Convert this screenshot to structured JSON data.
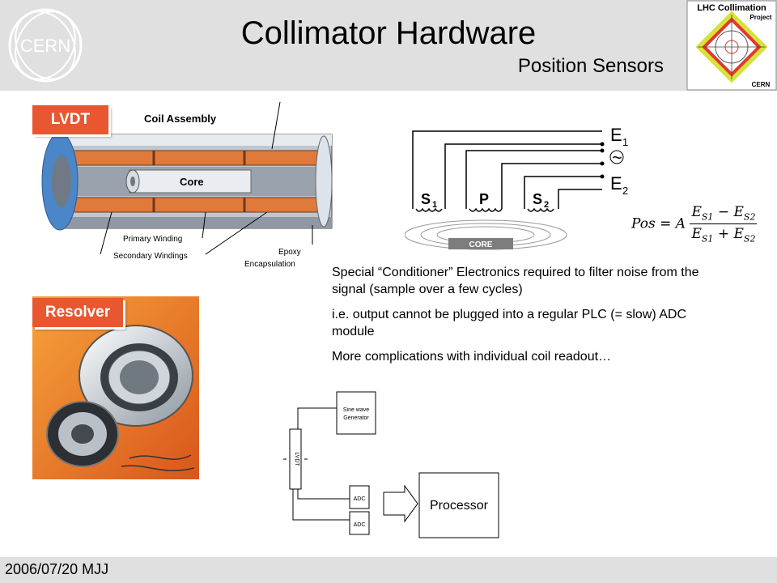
{
  "header": {
    "title": "Collimator Hardware",
    "subtitle": "Position Sensors",
    "cern_logo_text": "CERN",
    "lhc_logo_line1": "LHC Collimation",
    "lhc_logo_line2": "Project",
    "lhc_logo_line3": "CERN"
  },
  "lvdt": {
    "tag": "LVDT",
    "coil_assembly": "Coil Assembly",
    "core": "Core",
    "primary_winding": "Primary Winding",
    "secondary_windings": "Secondary Windings",
    "epoxy": "Epoxy",
    "encapsulation": "Encapsulation"
  },
  "resolver": {
    "tag": "Resolver"
  },
  "circuit": {
    "e1": "E",
    "e1_sub": "1",
    "tilde": "~",
    "e2": "E",
    "e2_sub": "2",
    "s1": "S",
    "s1_sub": "1",
    "p": "P",
    "s2": "S",
    "s2_sub": "2",
    "core": "CORE"
  },
  "formula": {
    "lhs": "Pos = A",
    "num_a": "E",
    "num_a_sub": "S1",
    "num_op": " − ",
    "num_b": "E",
    "num_b_sub": "S2",
    "den_a": "E",
    "den_a_sub": "S1",
    "den_op": " + ",
    "den_b": "E",
    "den_b_sub": "S2"
  },
  "bullets": [
    "Special “Conditioner” Electronics required to filter noise from the signal (sample over a few cycles)",
    "i.e. output cannot be plugged into a regular PLC (= slow) ADC module",
    "More complications with individual coil readout…"
  ],
  "block_diagram": {
    "sine_gen_line1": "Sine wave",
    "sine_gen_line2": "Generator",
    "lvdt_label": "LVDT",
    "adc1": "ADC",
    "adc2": "ADC",
    "processor": "Processor"
  },
  "footer": {
    "text": "2006/07/20 MJJ"
  },
  "colors": {
    "tag": "#e8572f",
    "header_bg": "#e0e0e0",
    "coil_orange": "#e07a3a",
    "housing_blue": "#4a86c8"
  }
}
